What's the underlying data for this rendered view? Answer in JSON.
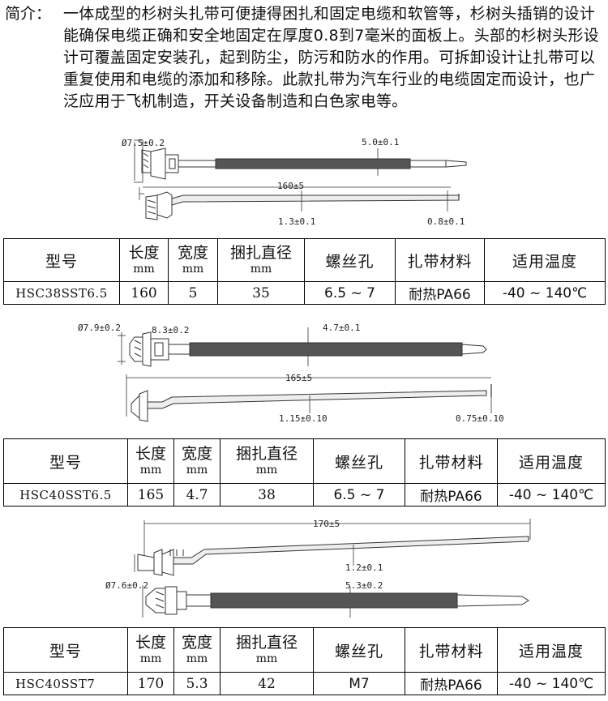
{
  "intro": {
    "label": "简介：",
    "text": "一体成型的杉树头扎带可便捷得困扎和固定电缆和软管等，杉树头插销的设计能确保电缆正确和安全地固定在厚度0.8到7毫米的面板上。头部的杉树头形设计可覆盖固定安装孔，起到防尘，防污和防水的作用。可拆卸设计让扎带可以重复使用和电缆的添加和移除。此款扎带为汽车行业的电缆固定而设计，也广泛应用于飞机制造，开关设备制造和白色家电等。"
  },
  "headers": {
    "model": "型号",
    "length": "长度",
    "width": "宽度",
    "bundle": "捆扎直径",
    "unit": "mm",
    "thread": "螺丝孔",
    "material": "扎带材料",
    "temp": "适用温度"
  },
  "products": [
    {
      "model": "HSC38SST6.5",
      "length": "160",
      "width": "5",
      "bundle": "35",
      "thread": "6.5 ~ 7",
      "material": "耐热PA66",
      "temp": "-40 ~ 140℃",
      "dims": {
        "head_dia": "Ø7.5±0.2",
        "width": "5.0±0.1",
        "length": "160±5",
        "thick_a": "1.3±0.1",
        "thick_b": "0.8±0.1"
      }
    },
    {
      "model": "HSC40SST6.5",
      "length": "165",
      "width": "4.7",
      "bundle": "38",
      "thread": "6.5 ~ 7",
      "material": "耐热PA66",
      "temp": "-40 ~ 140℃",
      "dims": {
        "head_dia": "Ø7.9±0.2",
        "head_len": "8.3±0.2",
        "width": "4.7±0.1",
        "length": "165±5",
        "thick_a": "1.15±0.10",
        "thick_b": "0.75±0.10"
      }
    },
    {
      "model": "HSC40SST7",
      "length": "170",
      "width": "5.3",
      "bundle": "42",
      "thread": "M7",
      "material": "耐热PA66",
      "temp": "-40 ~ 140℃",
      "dims": {
        "length": "170±5",
        "thick": "1.2±0.1",
        "head_dia": "Ø7.6±0.2",
        "width": "5.3±0.2"
      }
    }
  ]
}
